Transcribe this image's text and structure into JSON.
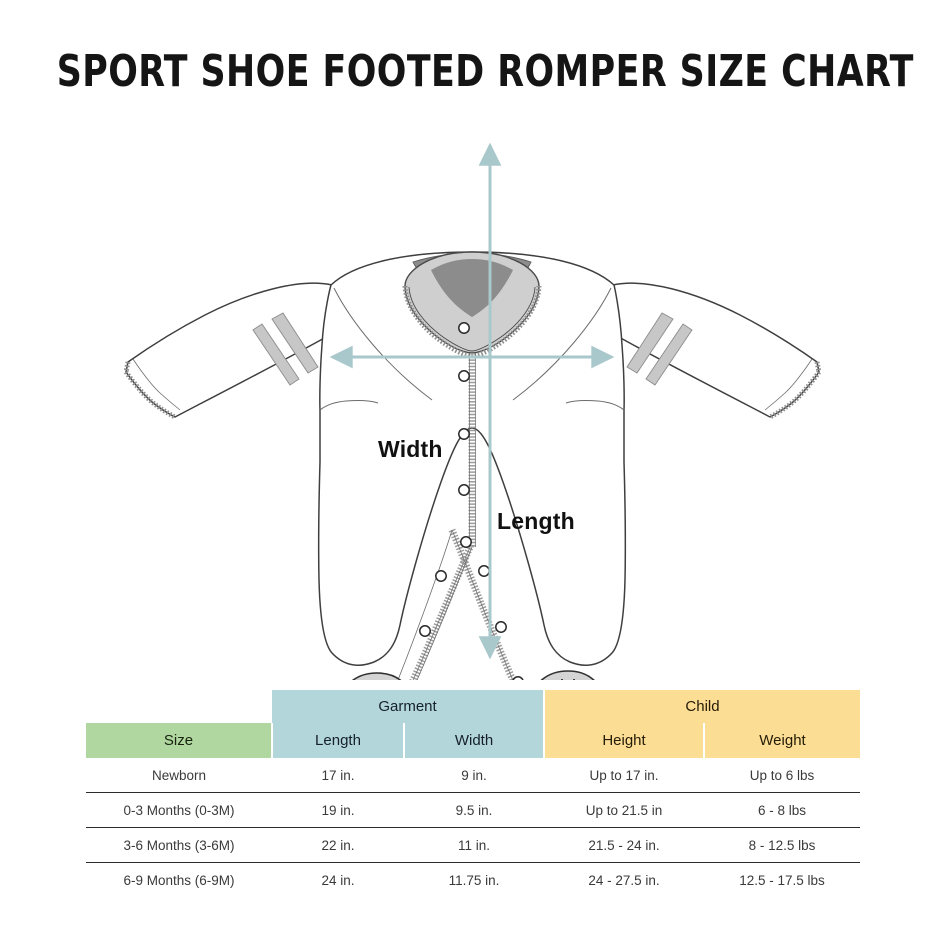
{
  "title": "SPORT SHOE FOOTED ROMPER SIZE CHART",
  "illustration": {
    "name": "footed-romper-technical-drawing",
    "measurements": {
      "width_label": "Width",
      "length_label": "Length"
    },
    "colors": {
      "arrow": "#a8c8cc",
      "outline": "#3a3a3a",
      "fabric": "#ffffff",
      "accent_gray": "#c9c9c9",
      "collar_gray": "#8c8c8c"
    }
  },
  "table": {
    "groups": [
      {
        "label": "",
        "span": 1,
        "color": "#ffffff"
      },
      {
        "label": "Garment",
        "span": 2,
        "color": "#b3d6da"
      },
      {
        "label": "Child",
        "span": 2,
        "color": "#fcdd94"
      }
    ],
    "columns": [
      {
        "label": "Size",
        "color": "#b0d7a0"
      },
      {
        "label": "Length",
        "color": "#b3d6da"
      },
      {
        "label": "Width",
        "color": "#b3d6da"
      },
      {
        "label": "Height",
        "color": "#fcdd94"
      },
      {
        "label": "Weight",
        "color": "#fcdd94"
      }
    ],
    "rows": [
      {
        "size": "Newborn",
        "length": "17 in.",
        "width": "9 in.",
        "height": "Up to 17 in.",
        "weight": "Up to 6 lbs"
      },
      {
        "size": "0-3 Months (0-3M)",
        "length": "19 in.",
        "width": "9.5 in.",
        "height": "Up to 21.5 in",
        "weight": "6 - 8 lbs"
      },
      {
        "size": "3-6 Months (3-6M)",
        "length": "22 in.",
        "width": "11 in.",
        "height": "21.5 - 24 in.",
        "weight": "8 - 12.5 lbs"
      },
      {
        "size": "6-9 Months  (6-9M)",
        "length": "24 in.",
        "width": "11.75 in.",
        "height": "24 - 27.5 in.",
        "weight": "12.5 - 17.5 lbs"
      }
    ]
  }
}
